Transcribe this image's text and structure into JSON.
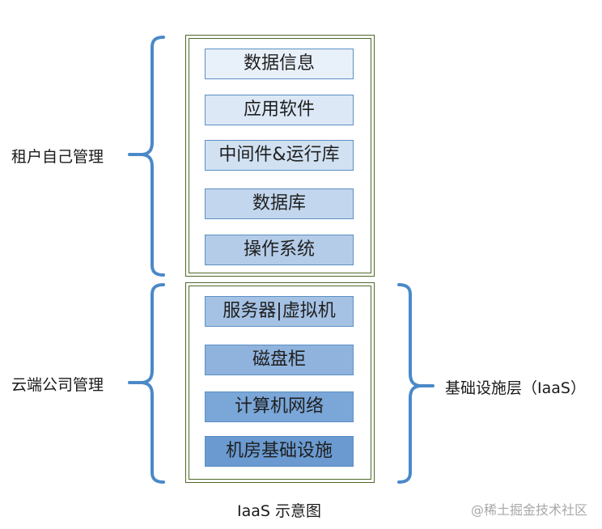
{
  "colors": {
    "frame": "#4f6a28",
    "bracket": "#4a89c8",
    "layer_border": "#5b8fc5",
    "layer_fills": [
      "#e8f0f9",
      "#dce8f5",
      "#d1e1f2",
      "#c2d6ed",
      "#b4cce8",
      "#a5c2e4",
      "#8fb3dd",
      "#7aa6d8",
      "#6a9ad0"
    ]
  },
  "tenant_group": {
    "label": "租户自己管理",
    "layers": [
      {
        "label": "数据信息"
      },
      {
        "label": "应用软件"
      },
      {
        "label": "中间件&运行库"
      },
      {
        "label": "数据库"
      },
      {
        "label": "操作系统"
      }
    ]
  },
  "cloud_group": {
    "label": "云端公司管理",
    "layers": [
      {
        "label": "服务器|虚拟机"
      },
      {
        "label": "磁盘柜"
      },
      {
        "label": "计算机网络"
      },
      {
        "label": "机房基础设施"
      }
    ]
  },
  "iaas_label": "基础设施层（IaaS）",
  "caption": "IaaS 示意图",
  "watermark": "@稀土掘金技术社区"
}
